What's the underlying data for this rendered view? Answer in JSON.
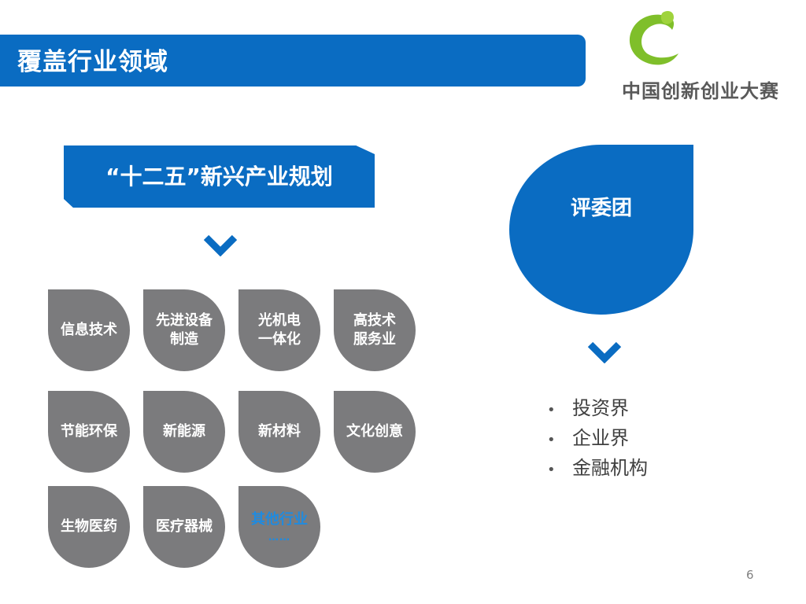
{
  "header": {
    "title": "覆盖行业领域"
  },
  "logo": {
    "text": "中国创新创业大赛",
    "icon": "green-c-swoosh-logo"
  },
  "plan": {
    "label": "“十二五”新兴产业规划"
  },
  "industries": [
    {
      "lines": [
        "信息技术"
      ]
    },
    {
      "lines": [
        "先进设备",
        "制造"
      ]
    },
    {
      "lines": [
        "光机电",
        "一体化"
      ]
    },
    {
      "lines": [
        "高技术",
        "服务业"
      ]
    },
    {
      "lines": [
        "节能环保"
      ]
    },
    {
      "lines": [
        "新能源"
      ]
    },
    {
      "lines": [
        "新材料"
      ]
    },
    {
      "lines": [
        "文化创意"
      ]
    },
    {
      "lines": [
        "生物医药"
      ]
    },
    {
      "lines": [
        "医疗器械"
      ]
    },
    {
      "lines": [
        "其他行业"
      ],
      "dots": "……"
    }
  ],
  "judges": {
    "label": "评委团",
    "members": [
      "投资界",
      "企业界",
      "金融机构"
    ],
    "bullet": "•"
  },
  "footer": {
    "page_number": "6"
  },
  "colors": {
    "brand_blue": "#0a6cc2",
    "circle_gray": "#7b7b7d",
    "other_text": "#1f8be0"
  }
}
